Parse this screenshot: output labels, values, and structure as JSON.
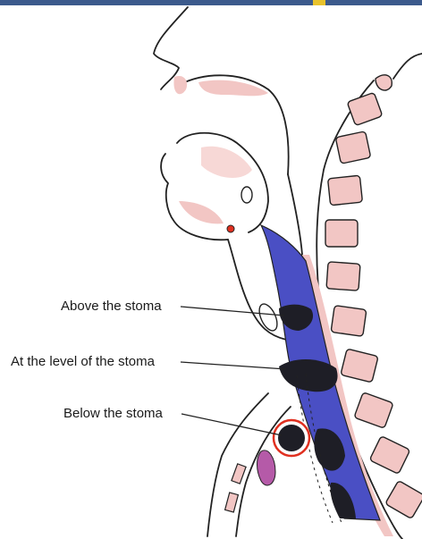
{
  "labels": {
    "above": "Above the stoma",
    "at_level": "At the level of the stoma",
    "below": "Below the stoma"
  },
  "colors": {
    "airway": "#4a4fc4",
    "pink": "#f2c6c4",
    "occlusion": "#1e1e26",
    "stoma_ring": "#e03020",
    "gland": "#b55aa8",
    "outline": "#222222",
    "topbar": "#3c5a8c",
    "topbar_mark": "#e8c22c"
  }
}
